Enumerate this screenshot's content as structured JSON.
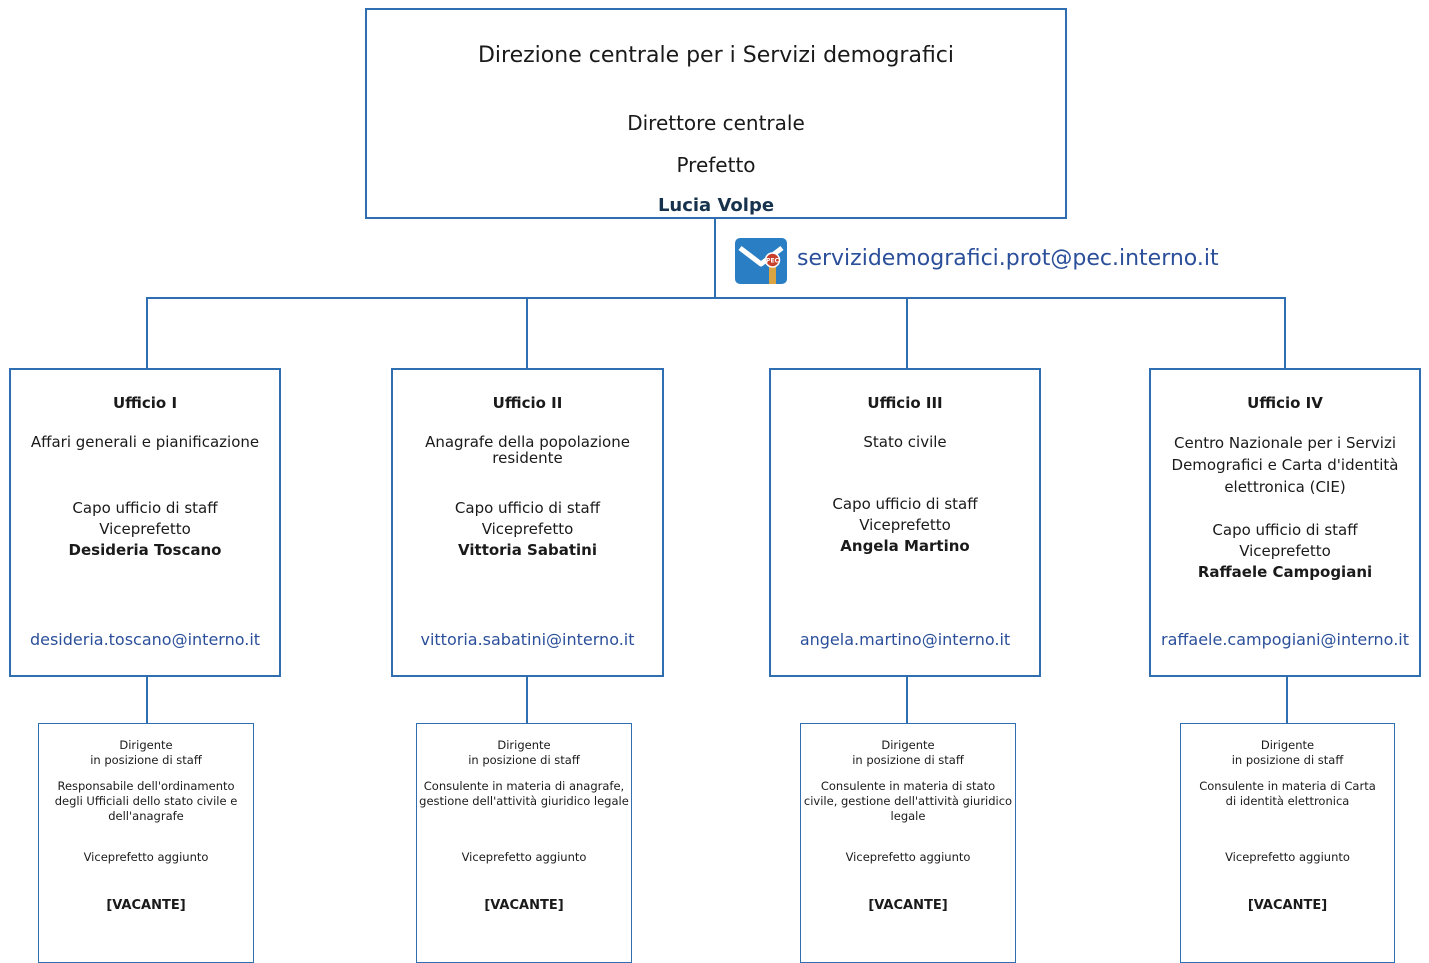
{
  "header": {
    "title": "Direzione centrale per i Servizi demografici",
    "role": "Direttore centrale",
    "rank": "Prefetto",
    "name": "Lucia Volpe"
  },
  "pec": {
    "icon": "pec-mail-icon",
    "email": "servizidemografici.prot@pec.interno.it"
  },
  "colors": {
    "border": "#2f6eb0",
    "link": "#2b4f9a"
  },
  "offices": [
    {
      "name": "Ufficio I",
      "description": "Affari generali e pianificazione",
      "staff_title": "Capo ufficio di staff",
      "staff_rank": "Viceprefetto",
      "staff_name": "Desideria Toscano",
      "email": "desideria.toscano@interno.it",
      "sub": {
        "header1": "Dirigente",
        "header2": "in posizione di staff",
        "responsibility": "Responsabile dell'ordinamento degli Ufficiali dello stato civile e dell'anagrafe",
        "role": "Viceprefetto aggiunto",
        "status": "[VACANTE]"
      }
    },
    {
      "name": "Ufficio II",
      "description": "Anagrafe della popolazione residente",
      "staff_title": "Capo ufficio di staff",
      "staff_rank": "Viceprefetto",
      "staff_name": "Vittoria Sabatini",
      "email": "vittoria.sabatini@interno.it",
      "sub": {
        "header1": "Dirigente",
        "header2": "in posizione di staff",
        "responsibility": "Consulente in materia di anagrafe, gestione dell'attività giuridico legale",
        "role": "Viceprefetto aggiunto",
        "status": "[VACANTE]"
      }
    },
    {
      "name": "Ufficio III",
      "description": "Stato civile",
      "staff_title": "Capo ufficio di staff",
      "staff_rank": "Viceprefetto",
      "staff_name": "Angela Martino",
      "email": "angela.martino@interno.it",
      "sub": {
        "header1": "Dirigente",
        "header2": "in posizione di staff",
        "responsibility": "Consulente in materia di stato civile, gestione dell'attività giuridico legale",
        "role": "Viceprefetto aggiunto",
        "status": "[VACANTE]"
      }
    },
    {
      "name": "Ufficio IV",
      "description": "Centro Nazionale per i Servizi Demografici e Carta d'identità elettronica (CIE)",
      "staff_title": "Capo ufficio di staff",
      "staff_rank": "Viceprefetto",
      "staff_name": "Raffaele Campogiani",
      "email": "raffaele.campogiani@interno.it",
      "sub": {
        "header1": "Dirigente",
        "header2": "in posizione di staff",
        "responsibility": "Consulente in materia di Carta di identità elettronica",
        "role": "Viceprefetto aggiunto",
        "status": "[VACANTE]"
      }
    }
  ]
}
